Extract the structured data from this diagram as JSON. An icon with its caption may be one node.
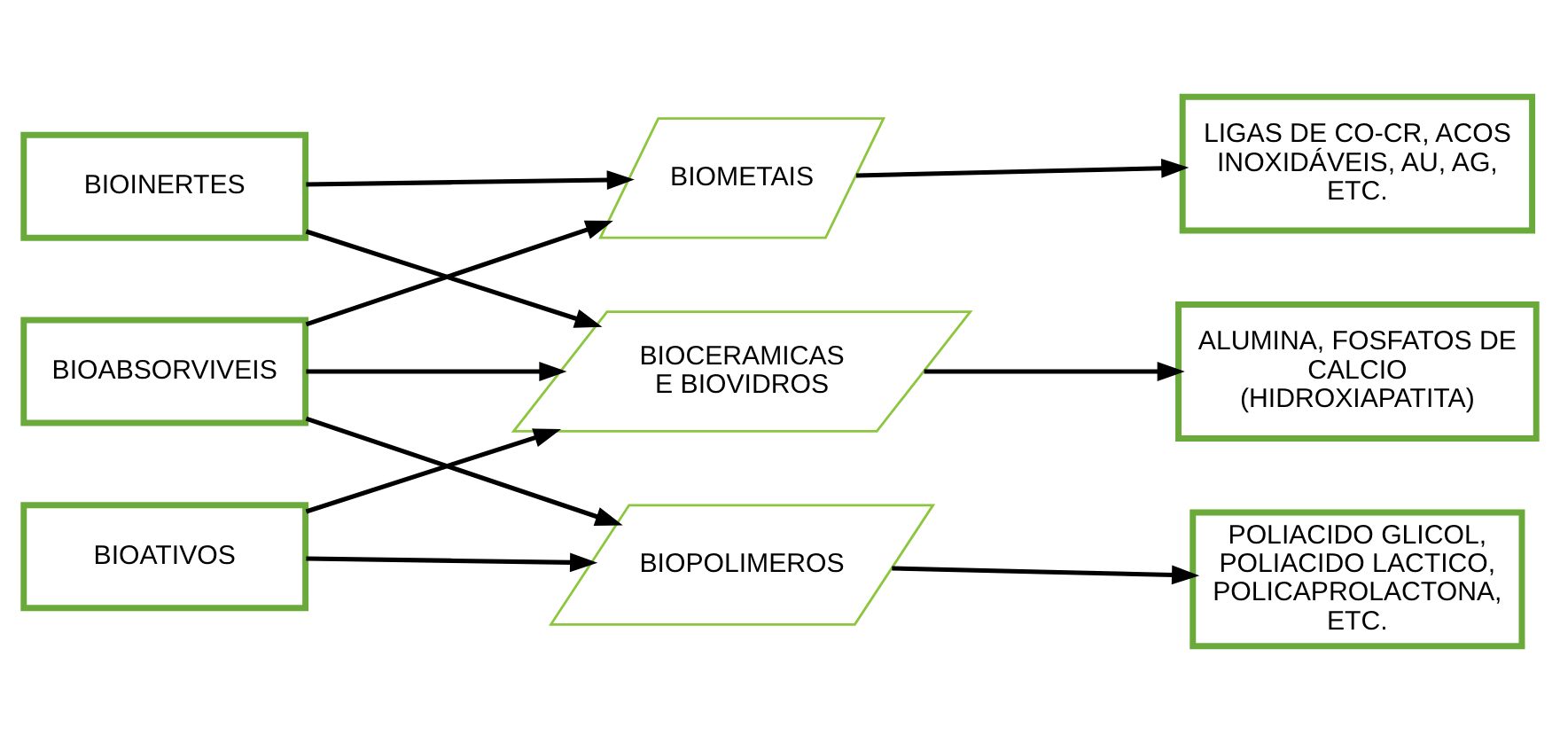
{
  "diagram": {
    "nodes": [
      {
        "text": [
          "BIOINERTES"
        ]
      },
      {
        "text": [
          "BIOATIVOS"
        ]
      },
      {
        "text": [
          "BIOABSORVIVEIS"
        ]
      },
      {
        "text": [
          "BIOMETAIS"
        ]
      },
      {
        "text": [
          "BIOCERAMICAS E BIOVIDROS"
        ]
      },
      {
        "text": [
          "BIOPOLIMEROS"
        ]
      },
      {
        "text": [
          "LIGAS DE CO-CR, ACOS INOXIDÁVEIS, AU, AG, ETC."
        ]
      },
      {
        "text": [
          "ALUMINA, FOSFATOS DE CALCIO (HIDROXIAPATITA)"
        ]
      },
      {
        "text": [
          "POLIACIDO GLICOL, POLIACIDO LACTICO, POLICAPROLACTONA, ETC."
        ]
      }
    ],
    "edges": [
      {
        "from": 0,
        "to": 3,
        "arrow": "to"
      },
      {
        "from": 0,
        "to": 4,
        "arrow": "to"
      },
      {
        "from": 1,
        "to": 4,
        "arrow": "to"
      },
      {
        "from": 1,
        "to": 5,
        "arrow": "to"
      },
      {
        "from": 2,
        "to": 3,
        "arrow": "to"
      },
      {
        "from": 2,
        "to": 4,
        "arrow": "to"
      },
      {
        "from": 2,
        "to": 5,
        "arrow": "to"
      },
      {
        "from": 3,
        "to": 6,
        "arrow": "to"
      },
      {
        "from": 4,
        "to": 7,
        "arrow": "to"
      },
      {
        "from": 5,
        "to": 8,
        "arrow": "to"
      }
    ]
  }
}
